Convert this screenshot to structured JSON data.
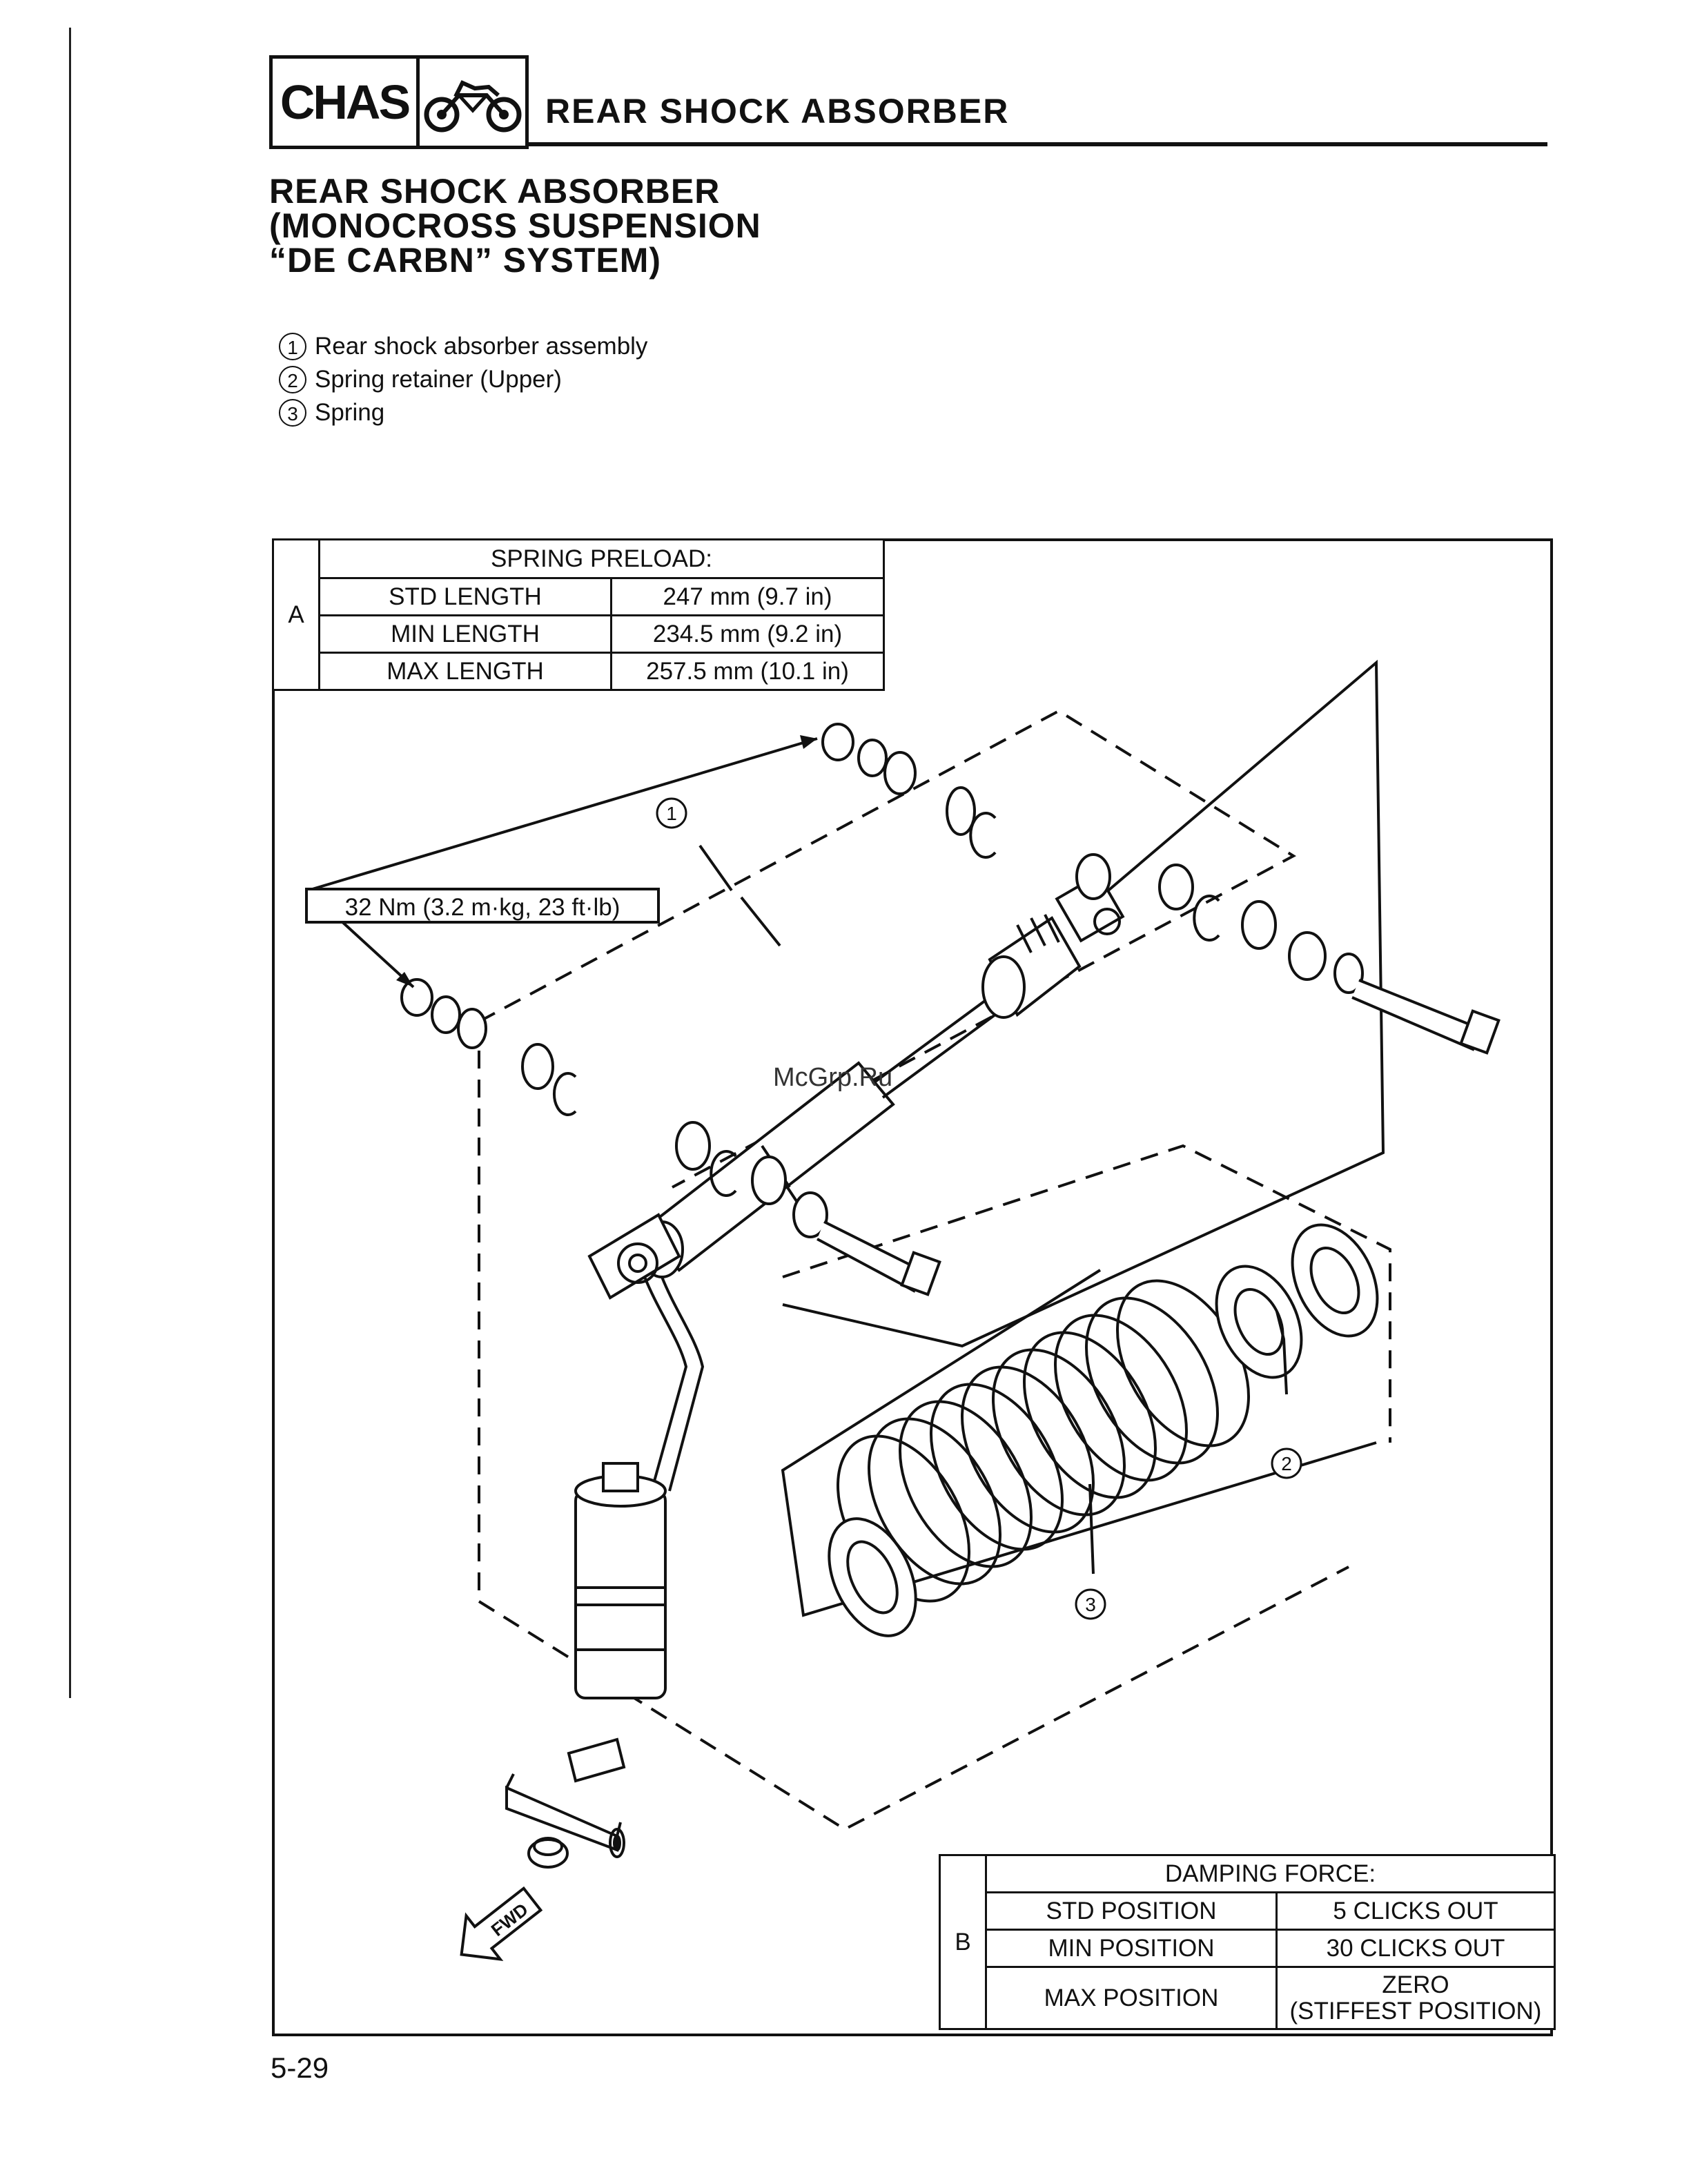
{
  "header": {
    "section_code": "CHAS",
    "icon": "motorcycle-icon",
    "title": "REAR SHOCK ABSORBER"
  },
  "section_title": {
    "line1": "REAR SHOCK ABSORBER",
    "line2": "(MONOCROSS SUSPENSION",
    "line3": "“DE CARBN” SYSTEM)"
  },
  "legend": [
    {
      "num": "1",
      "label": "Rear shock absorber assembly"
    },
    {
      "num": "2",
      "label": "Spring retainer (Upper)"
    },
    {
      "num": "3",
      "label": "Spring"
    }
  ],
  "table_a": {
    "letter": "A",
    "heading": "SPRING PRELOAD:",
    "rows": [
      {
        "label": "STD LENGTH",
        "value": "247 mm (9.7 in)"
      },
      {
        "label": "MIN LENGTH",
        "value": "234.5 mm (9.2 in)"
      },
      {
        "label": "MAX LENGTH",
        "value": "257.5 mm (10.1 in)"
      }
    ]
  },
  "table_b": {
    "letter": "B",
    "heading": "DAMPING FORCE:",
    "rows": [
      {
        "label": "STD POSITION",
        "value": "5 CLICKS OUT"
      },
      {
        "label": "MIN POSITION",
        "value": "30 CLICKS OUT"
      },
      {
        "label": "MAX POSITION",
        "value": "ZERO",
        "value2": "(STIFFEST POSITION)"
      }
    ]
  },
  "diagram": {
    "torque_label": "32 Nm (3.2 m·kg, 23 ft·lb)",
    "callout_1": "1",
    "callout_2": "2",
    "callout_3": "3",
    "fwd_label": "FWD"
  },
  "watermark": "McGrp.Ru",
  "page_number": "5-29"
}
